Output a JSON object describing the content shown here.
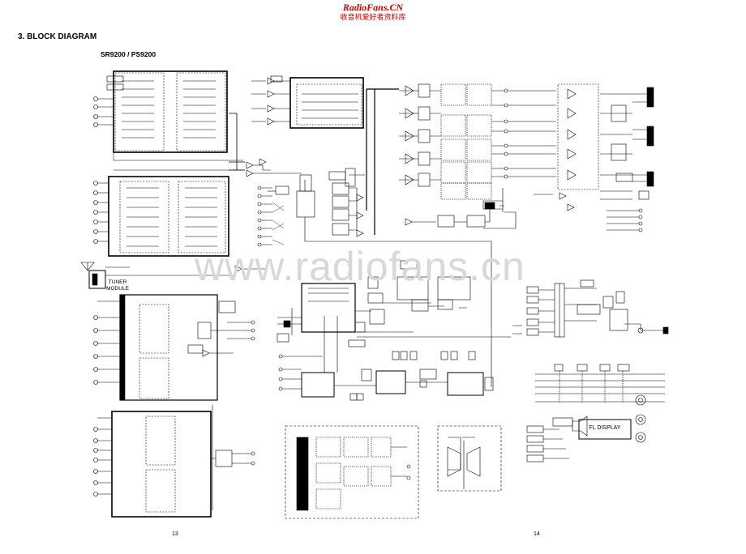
{
  "watermark": {
    "site": "RadioFans.CN",
    "tagline": "收音机爱好者资料库",
    "center": "www.radiofans.cn"
  },
  "header": {
    "section_title": "3. BLOCK DIAGRAM",
    "model_title": "SR9200 / PS9200"
  },
  "diagram": {
    "tuner_label_1": "TUNER",
    "tuner_label_2": "MODULE",
    "display_label": "FL DISPLAY"
  },
  "footer": {
    "page_left": "13",
    "page_right": "14"
  }
}
